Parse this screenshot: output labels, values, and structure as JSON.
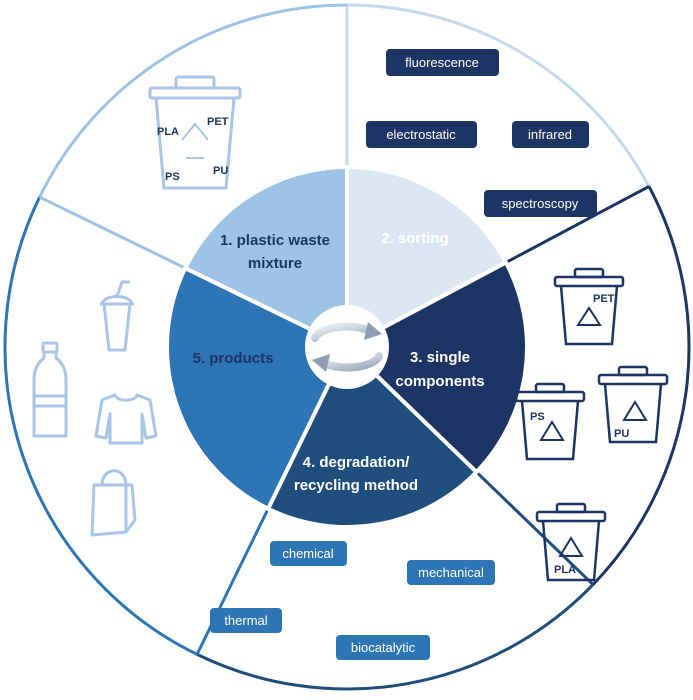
{
  "segments": [
    {
      "lines": [
        "1. plastic waste",
        "mixture"
      ],
      "fill": "#dde7f3",
      "text_color": "#1d3565"
    },
    {
      "lines": [
        "2. sorting"
      ],
      "fill": "#1d3565",
      "text_color": "#ffffff"
    },
    {
      "lines": [
        "3. single",
        "components"
      ],
      "fill": "#1f4e7d",
      "text_color": "#ffffff"
    },
    {
      "lines": [
        "4. degradation/",
        "recycling method"
      ],
      "fill": "#2e75b6",
      "text_color": "#ffffff"
    },
    {
      "lines": [
        "5. products"
      ],
      "fill": "#9dc3e6",
      "text_color": "#1d3565"
    }
  ],
  "sorting_methods": [
    "fluorescence",
    "electrostatic",
    "infrared",
    "spectroscopy"
  ],
  "recycling_methods": [
    "chemical",
    "mechanical",
    "thermal",
    "biocatalytic"
  ],
  "mixture_bin_labels": [
    "PLA",
    "PET",
    "PS",
    "PU"
  ],
  "component_bins": [
    "PET",
    "PS",
    "PU",
    "PLA"
  ],
  "product_icons": [
    "cup-icon",
    "bottle-icon",
    "shirt-icon",
    "bag-icon"
  ],
  "center_icon": "cycle-arrows-icon",
  "colors": {
    "dark_navy": "#1d3565",
    "navy": "#1f4e7d",
    "medium_blue": "#2e75b6",
    "light_blue": "#9dc3e6",
    "pale_blue": "#dde7f3",
    "outline_light": "#c5d8ec"
  }
}
